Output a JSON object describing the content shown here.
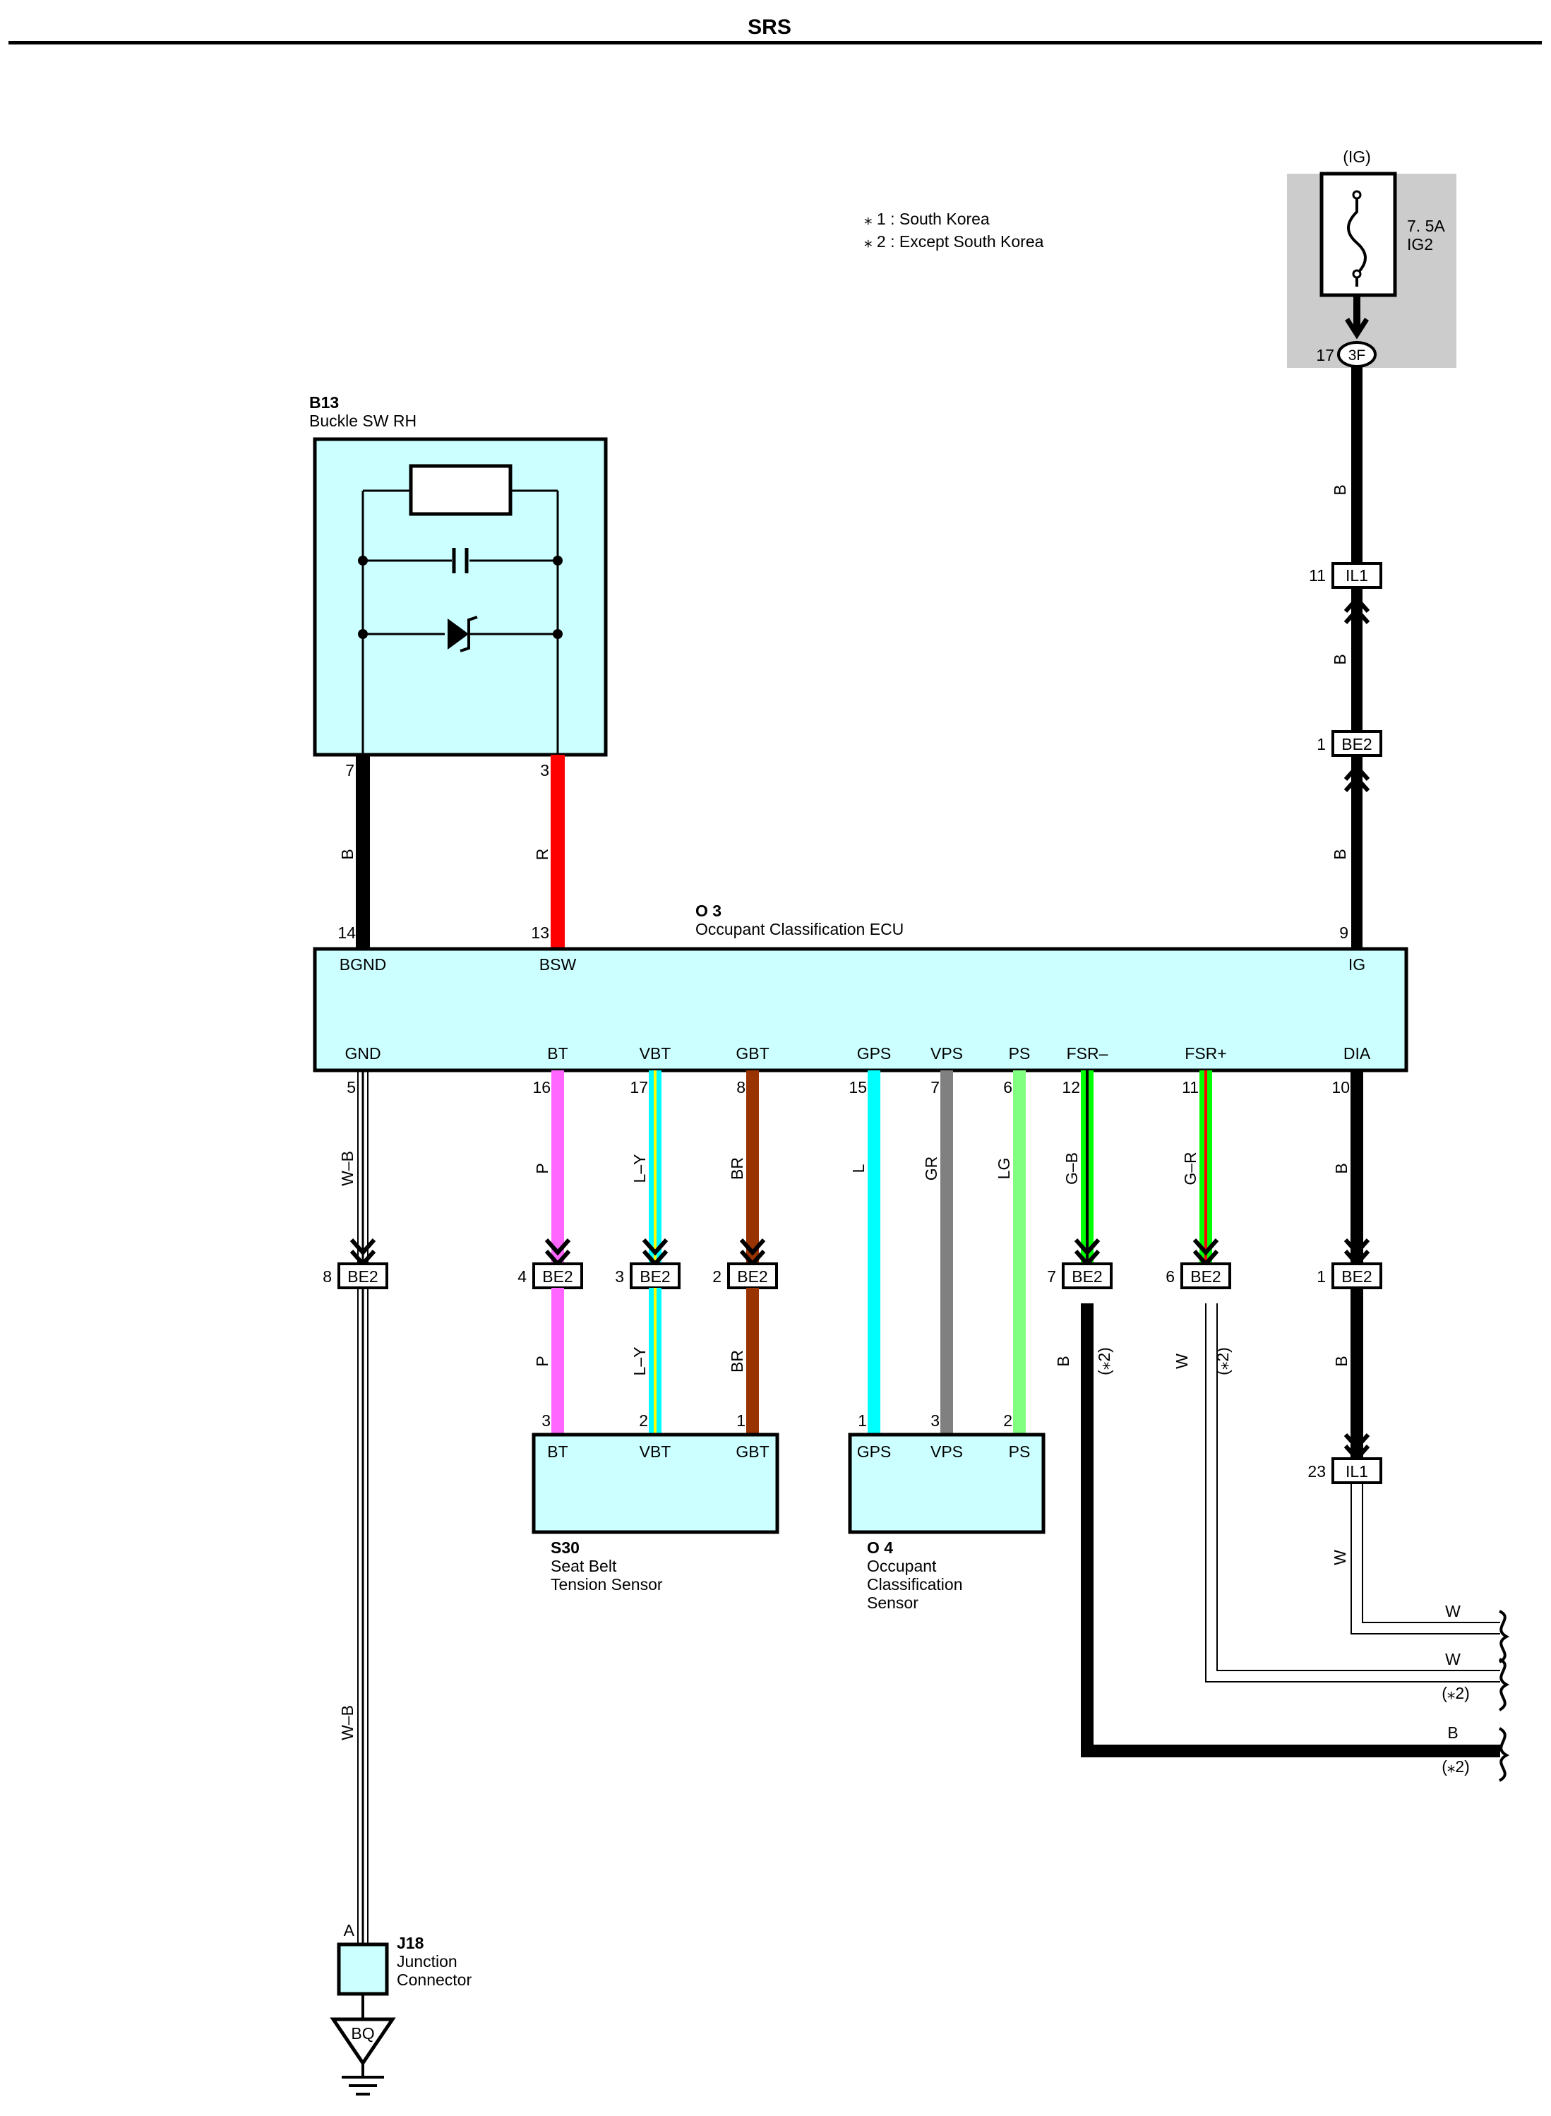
{
  "header": {
    "title": "SRS"
  },
  "notes": [
    "⁎ 1 : South Korea",
    "⁎ 2 : Except South Korea"
  ],
  "fuse": {
    "supply": "(IG)",
    "rating": "7. 5A",
    "name": "IG2",
    "pin": "17",
    "connector": "3F"
  },
  "components": {
    "b13": {
      "code": "B13",
      "name": "Buckle SW RH"
    },
    "o3": {
      "code": "O 3",
      "name": "Occupant Classification ECU"
    },
    "s30": {
      "code": "S30",
      "name_line1": "Seat Belt",
      "name_line2": "Tension Sensor"
    },
    "o4": {
      "code": "O 4",
      "name_line1": "Occupant",
      "name_line2": "Classification",
      "name_line3": "Sensor"
    },
    "j18": {
      "code": "J18",
      "name_line1": "Junction",
      "name_line2": "Connector",
      "pin": "A",
      "ground": "BQ"
    }
  },
  "ecu_top_terminals": [
    {
      "label": "BGND",
      "pin": "14",
      "wire": "B",
      "color": "#000000",
      "from_pin": "7"
    },
    {
      "label": "BSW",
      "pin": "13",
      "wire": "R",
      "color": "#ff0000",
      "from_pin": "3"
    },
    {
      "label": "IG",
      "pin": "9",
      "wire": "B",
      "color": "#000000"
    }
  ],
  "ecu_bottom_terminals": [
    {
      "label": "GND",
      "pin": "5",
      "wire": "W–B",
      "color": "#ffffff",
      "stripe": "#000000",
      "junction": "BE2",
      "jpin": "8",
      "wire2": "W–B"
    },
    {
      "label": "BT",
      "pin": "16",
      "wire": "P",
      "color": "#ff66ff",
      "junction": "BE2",
      "jpin": "4",
      "wire2": "P",
      "spin": "3"
    },
    {
      "label": "VBT",
      "pin": "17",
      "wire": "L–Y",
      "color": "#00ffff",
      "stripe": "#ffff00",
      "junction": "BE2",
      "jpin": "3",
      "wire2": "L–Y",
      "spin": "2"
    },
    {
      "label": "GBT",
      "pin": "8",
      "wire": "BR",
      "color": "#993300",
      "junction": "BE2",
      "jpin": "2",
      "wire2": "BR",
      "spin": "1"
    },
    {
      "label": "GPS",
      "pin": "15",
      "wire": "L",
      "color": "#00ffff",
      "spin": "1"
    },
    {
      "label": "VPS",
      "pin": "7",
      "wire": "GR",
      "color": "#808080",
      "spin": "3"
    },
    {
      "label": "PS",
      "pin": "6",
      "wire": "LG",
      "color": "#80ff80",
      "spin": "2"
    },
    {
      "label": "FSR–",
      "pin": "12",
      "wire": "G–B",
      "color": "#00ff00",
      "stripe": "#000000",
      "junction": "BE2",
      "jpin": "7",
      "wire2": "B",
      "note2": "(⁎2)"
    },
    {
      "label": "FSR+",
      "pin": "11",
      "wire": "G–R",
      "color": "#00ff00",
      "stripe": "#ff0000",
      "junction": "BE2",
      "jpin": "6",
      "wire2": "W",
      "note2": "(⁎2)"
    },
    {
      "label": "DIA",
      "pin": "10",
      "wire": "B",
      "color": "#000000",
      "junction": "BE2",
      "jpin": "1",
      "wire2": "B"
    }
  ],
  "s30_terminals": [
    "BT",
    "VBT",
    "GBT"
  ],
  "o4_terminals": [
    "GPS",
    "VPS",
    "PS"
  ],
  "ig_chain": [
    {
      "wire": "B",
      "connector": "IL1",
      "pin": "11"
    },
    {
      "wire": "B",
      "connector": "BE2",
      "pin": "1"
    },
    {
      "wire": "B"
    }
  ],
  "dia_chain": {
    "connector": "IL1",
    "pin": "23",
    "wire": "W"
  },
  "outputs": [
    {
      "wire": "W",
      "note": ""
    },
    {
      "wire": "W",
      "note": "(⁎2)"
    },
    {
      "wire": "B",
      "note": "(⁎2)"
    }
  ],
  "colors": {
    "module_fill": "#ccffff",
    "fuse_box": "#cccccc",
    "black": "#000000",
    "red": "#ff0000"
  }
}
